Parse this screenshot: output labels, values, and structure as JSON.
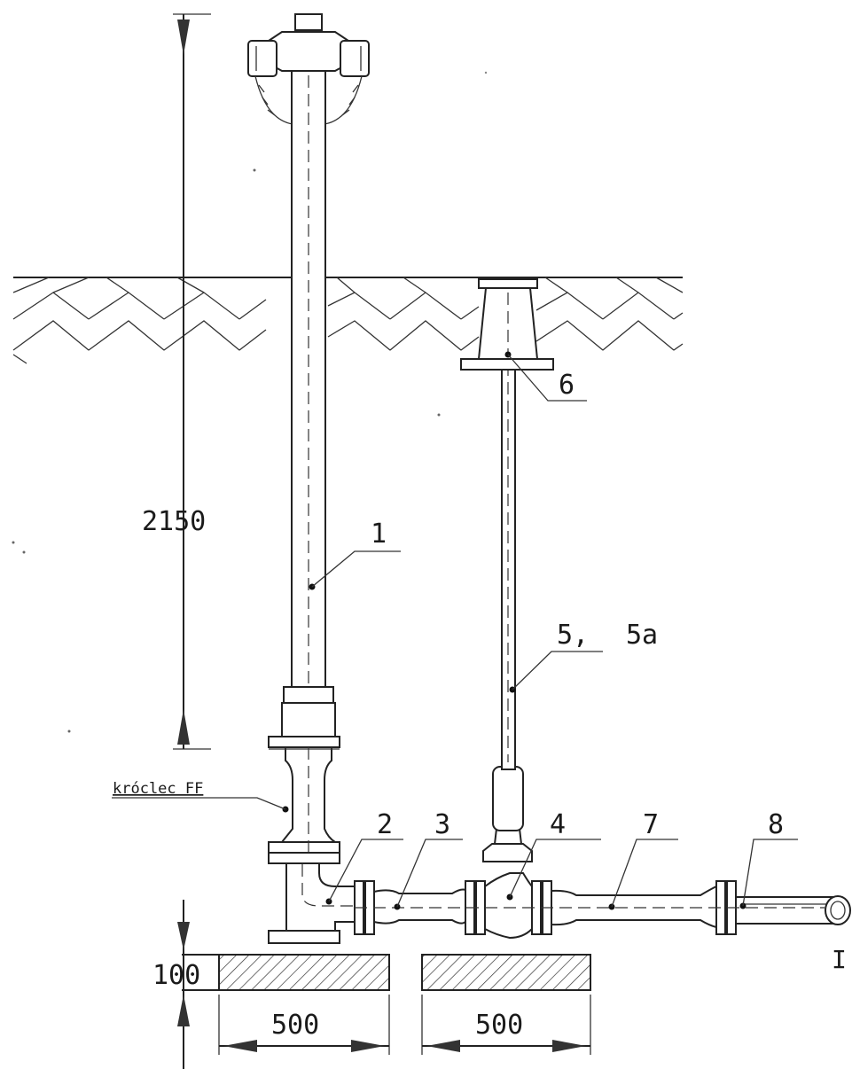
{
  "dimensions": {
    "height_total": "2150",
    "base_thickness": "100",
    "block_left_width": "500",
    "block_right_width": "500"
  },
  "labels": {
    "item_1": "1",
    "item_2": "2",
    "item_3": "3",
    "item_4": "4",
    "item_5": "5,",
    "item_5a": "5a",
    "item_6": "6",
    "item_7": "7",
    "item_8": "8",
    "kroclec": "króclec FF",
    "section_mark": "I"
  }
}
